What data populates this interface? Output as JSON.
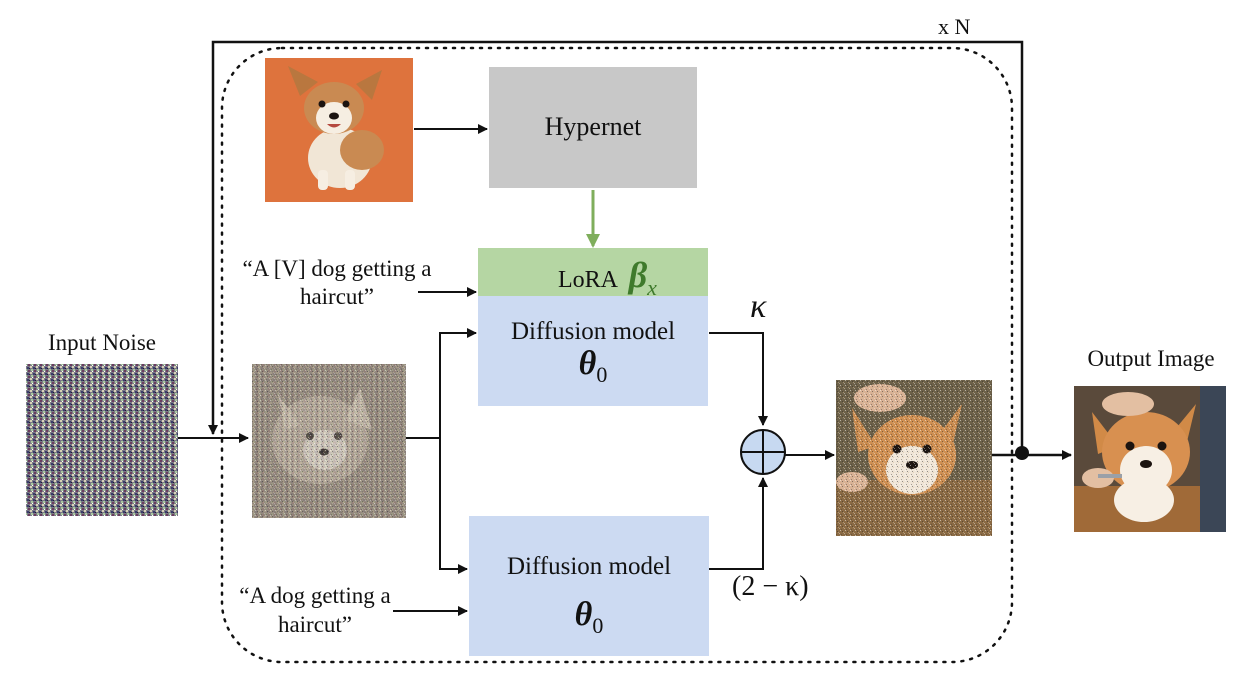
{
  "loop_label": "x N",
  "input_noise_label": "Input Noise",
  "output_image_label": "Output Image",
  "hypernet_label": "Hypernet",
  "lora_label": "LoRA",
  "lora_symbol": "β",
  "lora_subscript": "x",
  "diffusion_top": {
    "title": "Diffusion model",
    "symbol": "θ",
    "subscript": "0"
  },
  "diffusion_bottom": {
    "title": "Diffusion model",
    "symbol": "θ",
    "subscript": "0"
  },
  "kappa_label": "κ",
  "two_minus_kappa_label": "(2 − κ)",
  "prompt_personalized": [
    "“A [V] dog getting a",
    "haircut”"
  ],
  "prompt_generic": [
    "“A dog getting a",
    "haircut”"
  ],
  "colors": {
    "hypernet_box": "#c8c8c8",
    "lora_box": "#b5d6a3",
    "lora_symbol": "#3f7a2c",
    "diffusion_box": "#ccdaf2",
    "green_arrow": "#7fae5c",
    "sum_node": "#c7d9f1",
    "dog_orange_bg": "#e07a40"
  },
  "icons": {
    "reference_image": "corgi-puppy-photo",
    "noisy_image": "noisy-corgi-photo",
    "partially_denoised_image": "partially-denoised-corgi-photo",
    "output_image": "corgi-haircut-photo",
    "input_noise": "random-noise-texture",
    "sum_node": "circled-plus-icon"
  }
}
